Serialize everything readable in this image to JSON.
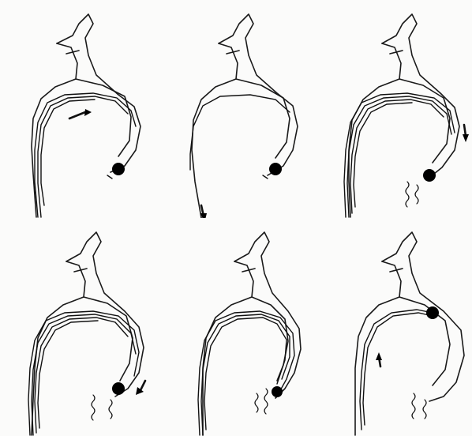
{
  "figure": {
    "panels": [
      {
        "id": "panel-1",
        "catheter_loops": 3,
        "arrow": "along-arch",
        "lesion": "ostium",
        "squiggles": 0
      },
      {
        "id": "panel-2",
        "catheter_loops": 1,
        "arrow": "down-descending",
        "lesion": "ostium",
        "squiggles": 0
      },
      {
        "id": "panel-3",
        "catheter_loops": 4,
        "arrow": "down-right",
        "lesion": "ostium",
        "squiggles": 2
      },
      {
        "id": "panel-4",
        "catheter_loops": 4,
        "arrow": "down-right",
        "lesion": "ostium",
        "squiggles": 2
      },
      {
        "id": "panel-5",
        "catheter_loops": 3,
        "arrow": "none",
        "lesion": "ostium",
        "squiggles": 2
      },
      {
        "id": "panel-6",
        "catheter_loops": 2,
        "arrow": "up-descending",
        "lesion": "arch-top",
        "squiggles": 2
      }
    ],
    "stroke_color": "#1a1a1a",
    "background_color": "#fbfbfa"
  }
}
